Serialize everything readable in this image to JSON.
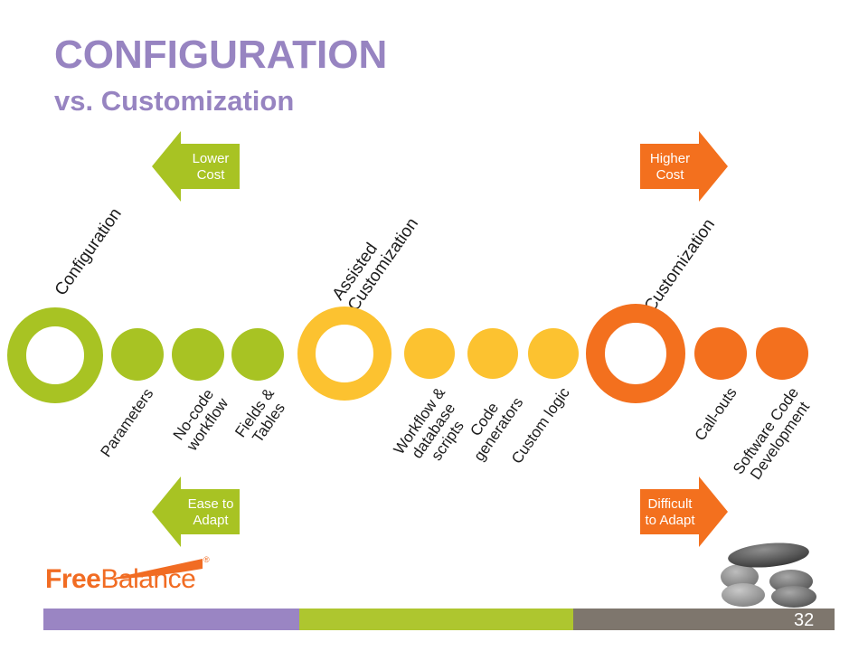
{
  "header": {
    "title": "CONFIGURATION",
    "subtitle": "vs. Customization"
  },
  "arrows": {
    "lower_cost": "Lower\nCost",
    "higher_cost": "Higher\nCost",
    "ease_adapt": "Ease to\nAdapt",
    "difficult_adapt": "Difficult\nto Adapt"
  },
  "spectrum": {
    "groups": [
      {
        "label": "Configuration",
        "color": "#a8c323",
        "items": [
          "Parameters",
          "No-code\nworkflow",
          "Fields &\nTables"
        ]
      },
      {
        "label": "Assisted\nCustomization",
        "color": "#fcc230",
        "items": [
          "Workflow &\ndatabase\nscripts",
          "Code\ngenerators",
          "Custom logic"
        ]
      },
      {
        "label": "Customization",
        "color": "#f3701e",
        "items": [
          "Call-outs",
          "Software Code\nDevelopment"
        ]
      }
    ]
  },
  "footer": {
    "logo_bold": "Free",
    "logo_light": "Balance",
    "logo_mark": "®",
    "page_number": "32"
  },
  "colors": {
    "title_purple": "#9784c1",
    "green": "#a8c323",
    "yellow": "#fcc230",
    "orange": "#f3701e",
    "bar_purple": "#9a85c3",
    "bar_green": "#aec62f",
    "bar_gray": "#7e766d"
  }
}
